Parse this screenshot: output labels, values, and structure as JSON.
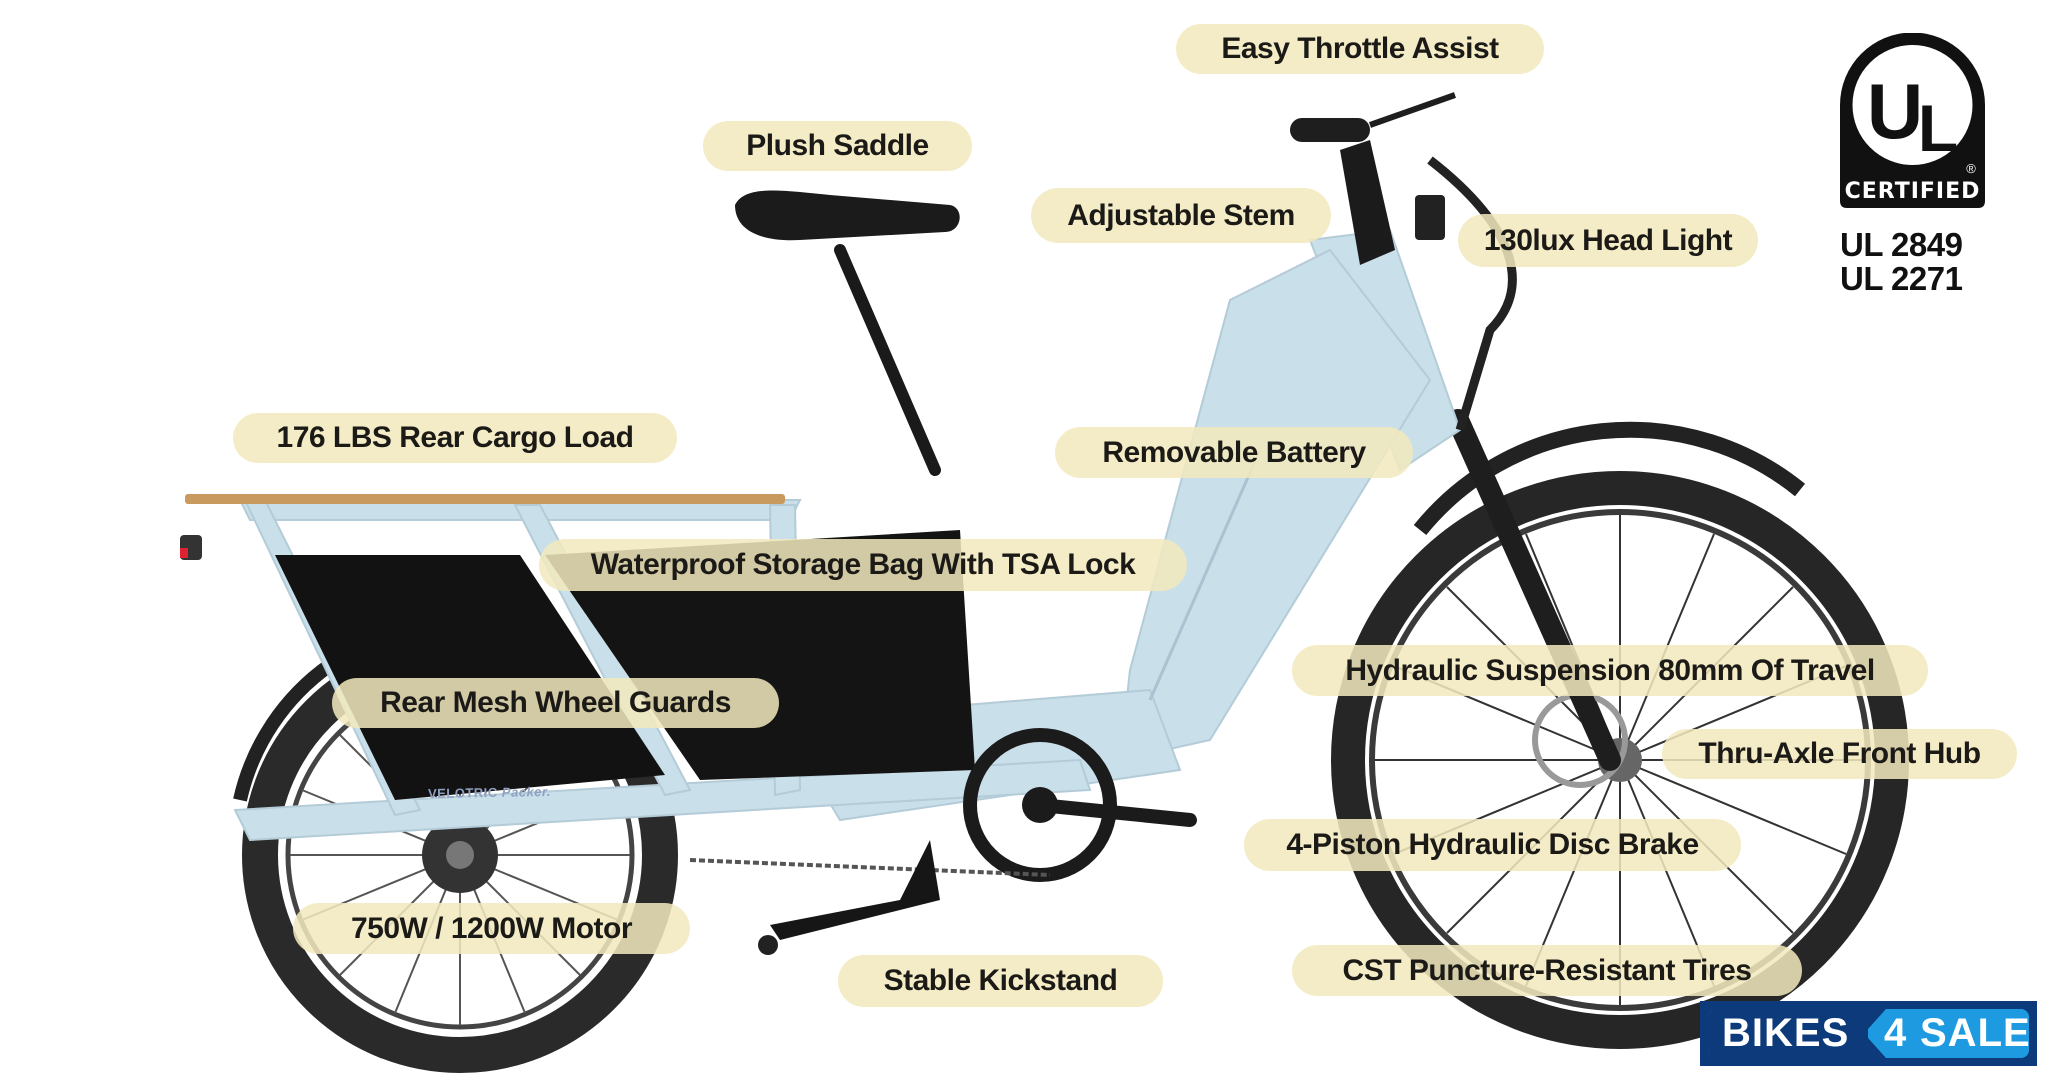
{
  "callouts": [
    {
      "id": "easy-throttle-assist",
      "label": "Easy Throttle Assist"
    },
    {
      "id": "plush-saddle",
      "label": "Plush Saddle"
    },
    {
      "id": "adjustable-stem",
      "label": "Adjustable Stem"
    },
    {
      "id": "head-light",
      "label": "130lux Head Light"
    },
    {
      "id": "rear-cargo-load",
      "label": "176 LBS Rear Cargo Load"
    },
    {
      "id": "removable-battery",
      "label": "Removable Battery"
    },
    {
      "id": "storage-bag",
      "label": "Waterproof Storage Bag With TSA Lock"
    },
    {
      "id": "rear-wheel-guards",
      "label": "Rear Mesh Wheel Guards"
    },
    {
      "id": "hydraulic-suspension",
      "label": "Hydraulic Suspension 80mm Of Travel"
    },
    {
      "id": "front-hub",
      "label": "Thru-Axle Front Hub"
    },
    {
      "id": "disc-brake",
      "label": "4-Piston Hydraulic Disc Brake"
    },
    {
      "id": "motor",
      "label": "750W / 1200W Motor"
    },
    {
      "id": "kickstand",
      "label": "Stable Kickstand"
    },
    {
      "id": "tires",
      "label": "CST Puncture-Resistant Tires"
    }
  ],
  "certification": {
    "badge_letters": "UL",
    "badge_text": "CERTIFIED",
    "registered_mark": "®",
    "standards": [
      "UL 2849",
      "UL 2271"
    ]
  },
  "bike": {
    "frame_brand": "VELOTRIC",
    "frame_model": "Packer.",
    "frame_color": "#c9dfea"
  },
  "watermark": {
    "part1": "BIKES",
    "part2": "4",
    "part3": "SALE",
    "dark_color": "#0d3a7a",
    "light_color": "#1e9be0"
  },
  "colors": {
    "pill_bg": "#f2e9be",
    "pill_text": "#1c1a17"
  }
}
